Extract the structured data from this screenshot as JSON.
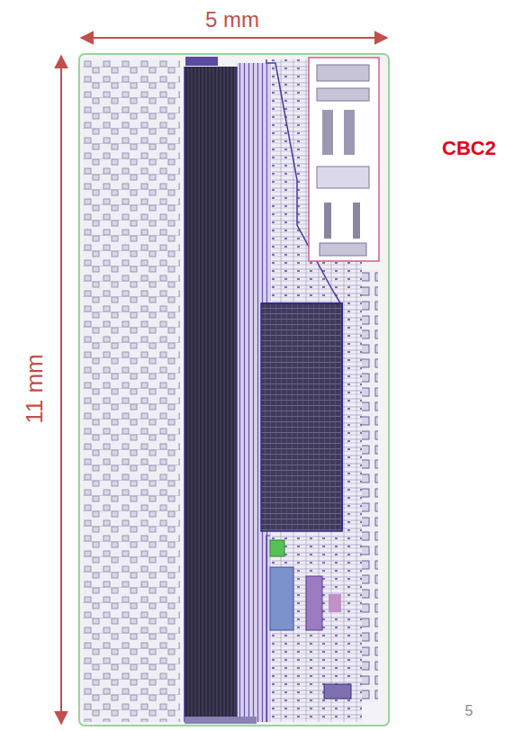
{
  "diagram": {
    "labels": [
      "5 mm",
      "11 mm",
      "CBC2",
      "5"
    ]
  }
}
